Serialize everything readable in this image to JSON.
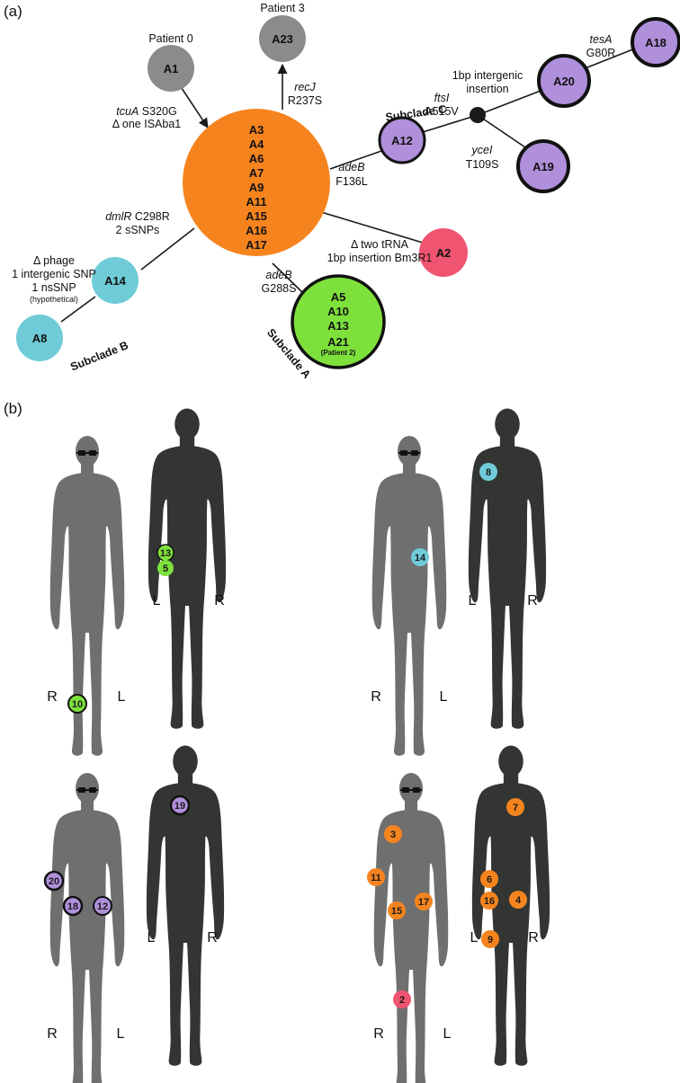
{
  "colors": {
    "grey": "#8a8c8a",
    "orange": "#f5841f",
    "purple": "#b08fdb",
    "pink": "#ef5470",
    "green": "#7ee03b",
    "cyan": "#6fcbd7",
    "body_front": "#6f6f6f",
    "body_back": "#333533"
  },
  "panel_a": {
    "label": "(a)",
    "nodes": {
      "A1": {
        "label": "A1",
        "caption": "Patient 0"
      },
      "A23": {
        "label": "A23",
        "caption": "Patient 3"
      },
      "hub": {
        "labels": [
          "A3",
          "A4",
          "A6",
          "A7",
          "A9",
          "A11",
          "A15",
          "A16",
          "A17"
        ]
      },
      "A12": {
        "label": "A12"
      },
      "A20": {
        "label": "A20"
      },
      "A18": {
        "label": "A18"
      },
      "A19": {
        "label": "A19"
      },
      "A2": {
        "label": "A2"
      },
      "A14": {
        "label": "A14"
      },
      "A8": {
        "label": "A8"
      },
      "subA": {
        "labels": [
          "A5",
          "A10",
          "A13",
          "A21"
        ],
        "sub": "(Patient 2)"
      }
    },
    "annotations": {
      "a1_gene": "tcuA",
      "a1_mut": "S320G",
      "a1_line2": "Δ one ISAba1",
      "a23_gene": "recJ",
      "a23_mut": "R237S",
      "a12_gene": "adeB",
      "a12_mut": "F136L",
      "ftsi_gene": "ftsI",
      "ftsi_mut": "A515V",
      "a20_line1": "1bp intergenic",
      "a20_line2": "insertion",
      "a18_gene": "tesA",
      "a18_mut": "G80R",
      "a19_gene": "yceI",
      "a19_mut": "T109S",
      "a2_line1": "Δ two tRNA",
      "a2_line2": "1bp insertion Bm3R1",
      "subA_gene": "adeB",
      "subA_mut": "G288S",
      "a14_gene": "dmlR",
      "a14_mut": "C298R",
      "a14_line2": "2 sSNPs",
      "a8_line1": "Δ phage",
      "a8_line2": "1 intergenic SNP",
      "a8_line3": "1 nsSNP",
      "a8_line4": "(hypothetical)"
    },
    "clades": {
      "A": "Subclade A",
      "B": "Subclade B",
      "C": "Subclade C"
    }
  },
  "panel_b": {
    "label": "(b)",
    "side_R": "R",
    "side_L": "L",
    "markers": {
      "p1_10": "10",
      "p1_13": "13",
      "p1_5": "5",
      "p2_14": "14",
      "p2_8": "8",
      "p3_20": "20",
      "p3_18": "18",
      "p3_12": "12",
      "p3_19": "19",
      "p4_3": "3",
      "p4_11": "11",
      "p4_15": "15",
      "p4_17": "17",
      "p4_2": "2",
      "p4_7": "7",
      "p4_6": "6",
      "p4_16": "16",
      "p4_4": "4",
      "p4_9": "9"
    }
  }
}
